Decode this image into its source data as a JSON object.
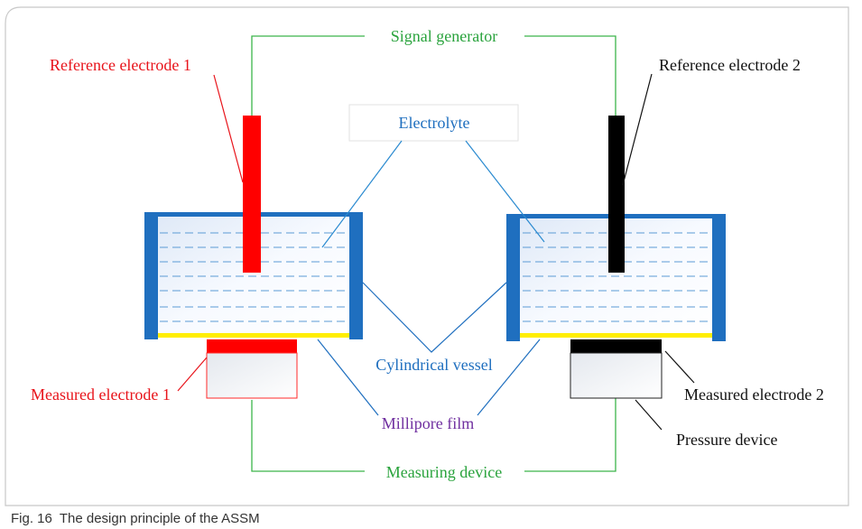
{
  "labels": {
    "signal_generator": "Signal generator",
    "reference_electrode_1": "Reference electrode 1",
    "reference_electrode_2": "Reference electrode 2",
    "electrolyte": "Electrolyte",
    "cylindrical_vessel": "Cylindrical vessel",
    "measured_electrode_1": "Measured electrode 1",
    "measured_electrode_2": "Measured electrode 2",
    "millipore_film": "Millipore film",
    "pressure_device": "Pressure device",
    "measuring_device": "Measuring device"
  },
  "caption": {
    "prefix": "Fig. 16",
    "text": "The design principle of the ASSM"
  },
  "colors": {
    "wire": "#3cb54a",
    "vessel": "#1f6fbf",
    "leader": "#2a8ad0",
    "electrolyte_line": "#5b9bd5",
    "film": "#ffee00",
    "electrode_1": "#ff0000",
    "electrode_2": "#000000",
    "text_red": "#e8141b",
    "text_green": "#2aa33d",
    "text_blue": "#1f6fbf",
    "text_purple": "#7030a0",
    "text_black": "#111111",
    "frame": "#c8c8c8"
  }
}
